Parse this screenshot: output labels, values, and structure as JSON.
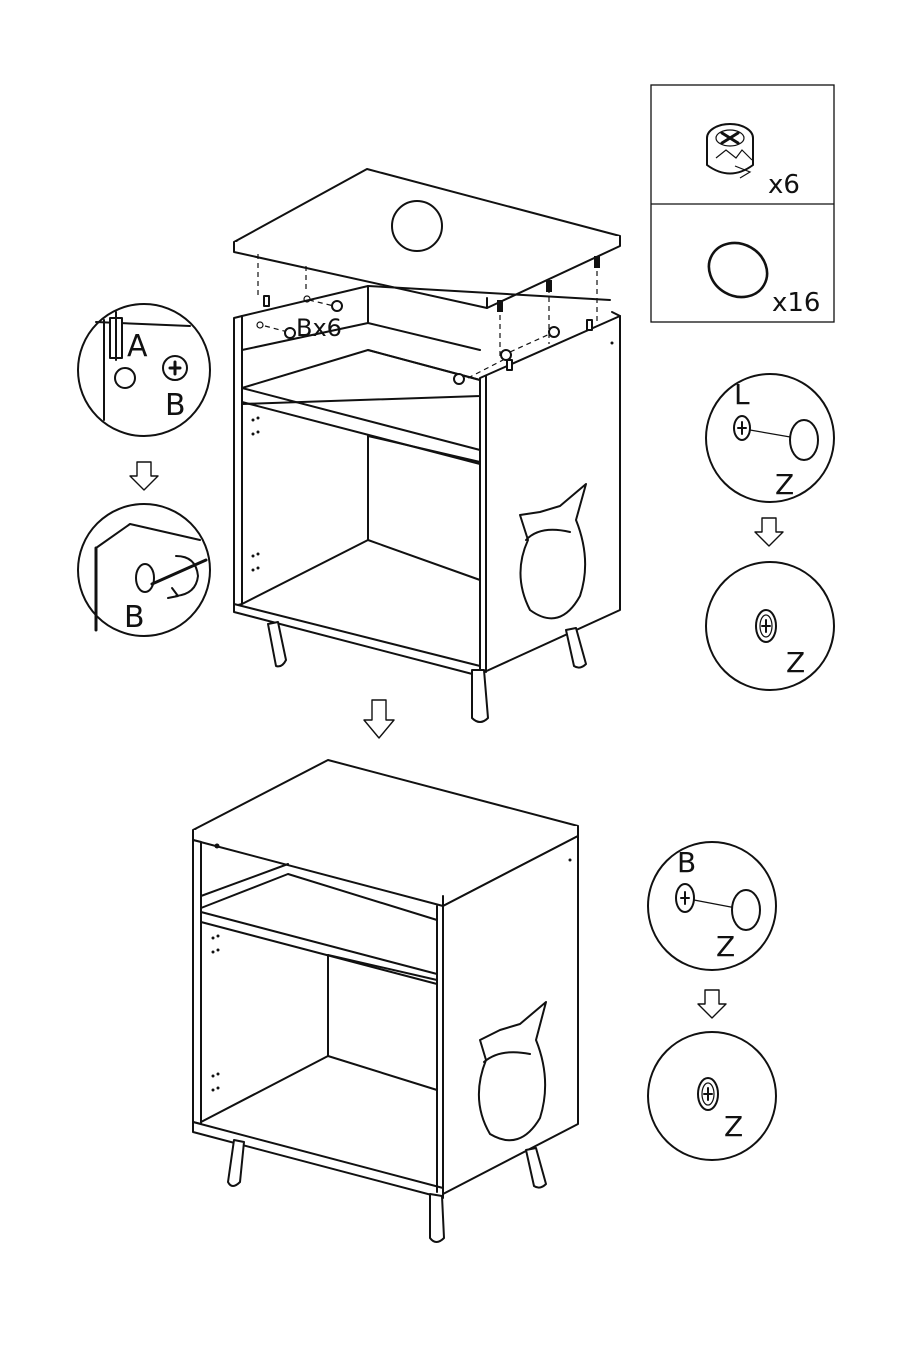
{
  "parts_box": {
    "cam_lock": {
      "icon": "cam-lock-icon",
      "qty": "x6"
    },
    "cap": {
      "icon": "cover-cap-icon",
      "qty": "x16"
    }
  },
  "top_assembly": {
    "callout": "Bx6"
  },
  "cam_detail_1": {
    "label_a": "A",
    "label_b": "B"
  },
  "cam_detail_2": {
    "label_b": "B"
  },
  "cap_detail_l": {
    "label_l": "L",
    "label_z": "Z"
  },
  "cap_detail_l_result": {
    "label_z": "Z"
  },
  "cap_detail_b": {
    "label_b": "B",
    "label_z": "Z"
  },
  "cap_detail_b_result": {
    "label_z": "Z"
  }
}
